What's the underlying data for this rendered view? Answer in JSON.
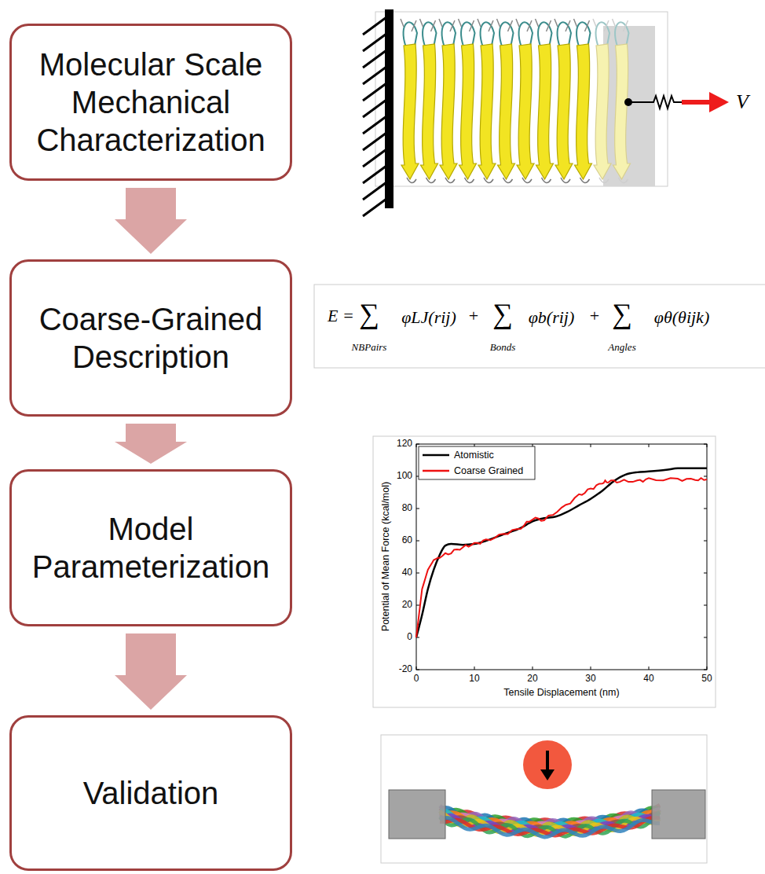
{
  "diagram": {
    "nodes": [
      {
        "text": [
          "Molecular Scale Mechanical Characterization"
        ]
      },
      {
        "text": [
          "Coarse-Grained Description"
        ]
      },
      {
        "text": [
          "Model Parameterization"
        ]
      },
      {
        "text": [
          "Validation"
        ]
      }
    ],
    "edges": [
      {
        "from": 0,
        "to": 1,
        "arrow": "to"
      },
      {
        "from": 1,
        "to": 2,
        "arrow": "to"
      },
      {
        "from": 2,
        "to": 3,
        "arrow": "to"
      }
    ],
    "labels": [
      "V",
      "E =",
      "∑",
      "NBPairs",
      "φLJ(rij)",
      "+",
      "∑",
      "Bonds",
      "φb(rij)",
      "+",
      "∑",
      "Angles",
      "φθ(θijk)",
      "Potential of Mean Force (kcal/mol)",
      "-20",
      "0",
      "20",
      "40",
      "60",
      "80",
      "100",
      "120",
      "0",
      "10",
      "20",
      "30",
      "40",
      "50",
      "Tensile Displacement (nm)"
    ],
    "legend": [
      {
        "text": "Atomistic"
      },
      {
        "text": "Coarse Grained"
      }
    ]
  }
}
